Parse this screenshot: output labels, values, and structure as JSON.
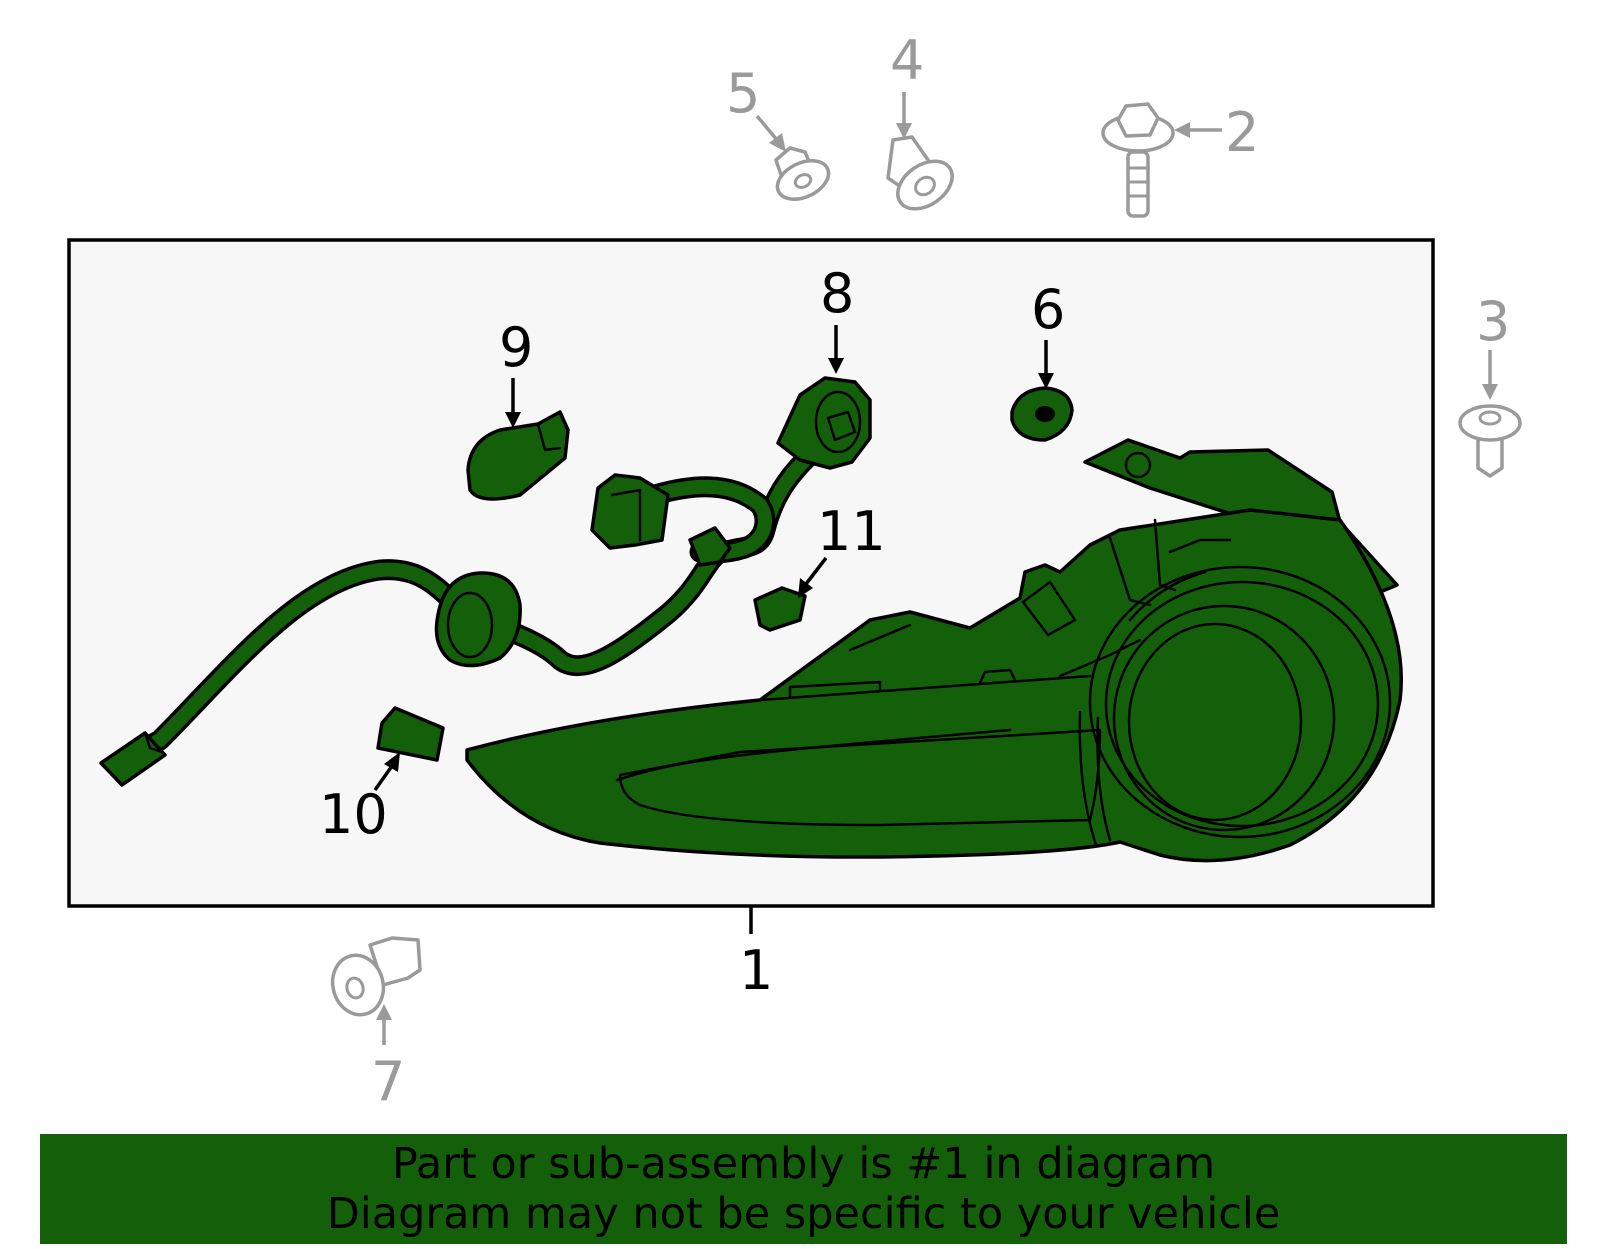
{
  "colors": {
    "part_green": "#14600a",
    "panel_bg": "#f7f7f7",
    "hardware_gray": "#9a9a9a"
  },
  "callouts": {
    "c1": "1",
    "c2": "2",
    "c3": "3",
    "c4": "4",
    "c5": "5",
    "c6": "6",
    "c7": "7",
    "c8": "8",
    "c9": "9",
    "c10": "10",
    "c11": "11"
  },
  "banner": {
    "line1": "Part or sub-assembly is #1 in diagram",
    "line2": "Diagram may not be specific to your vehicle"
  }
}
